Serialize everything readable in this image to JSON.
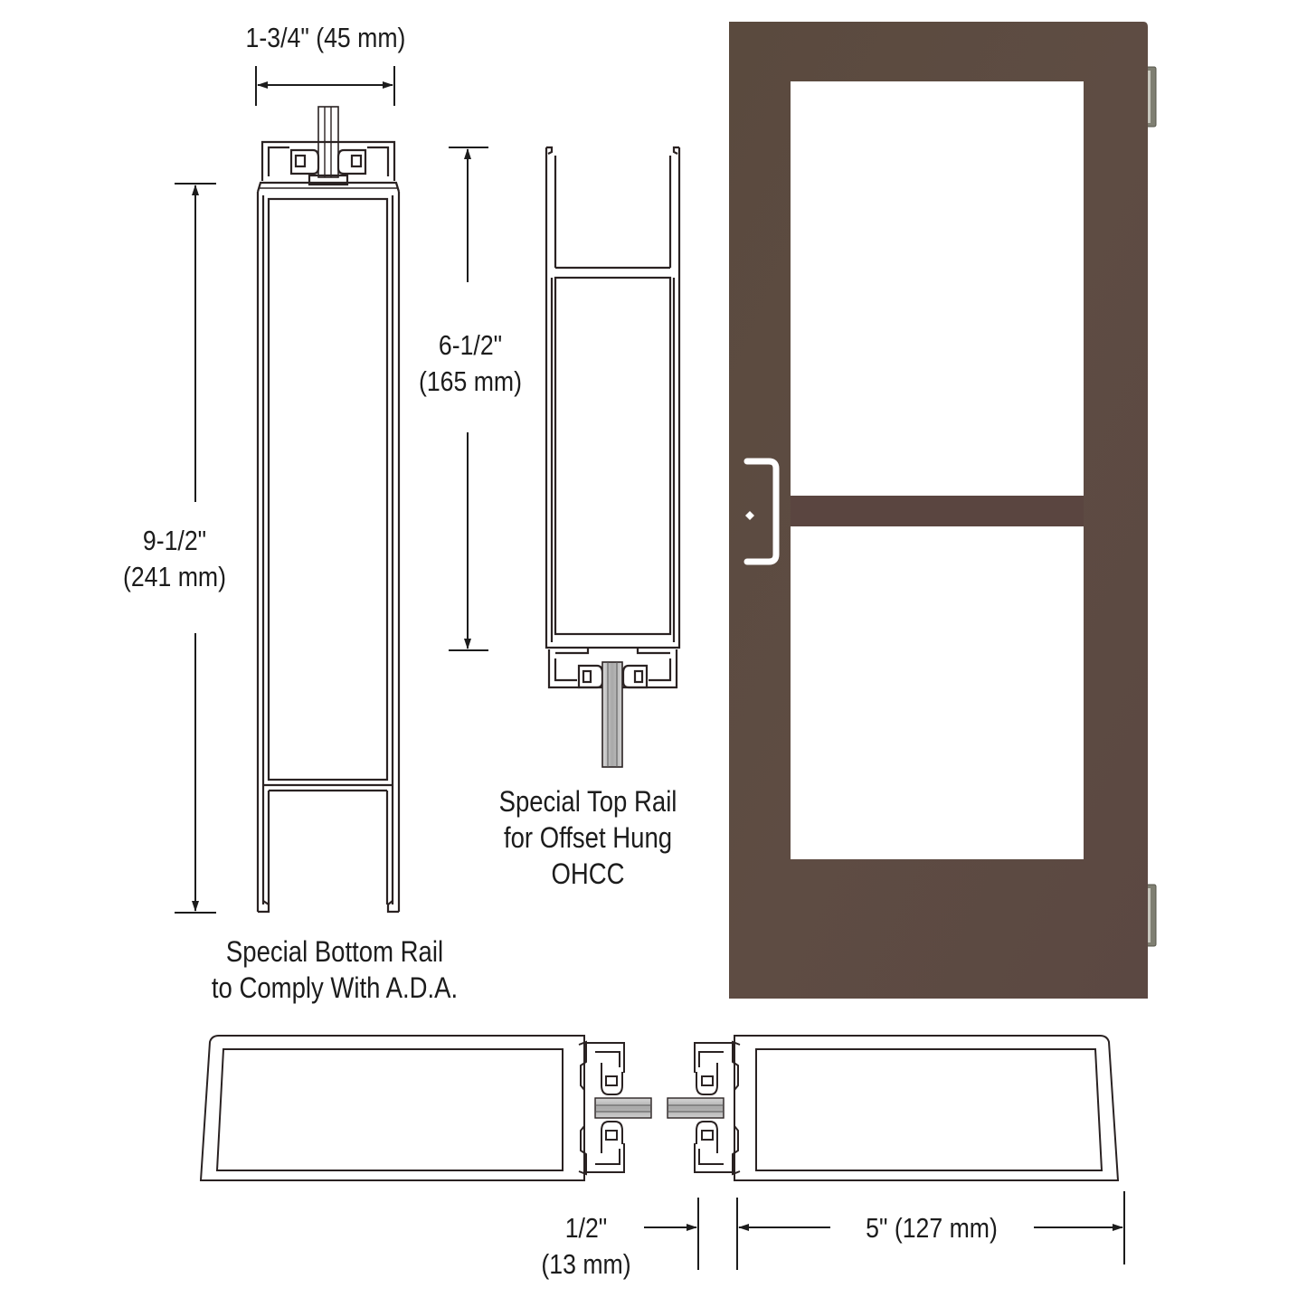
{
  "colors": {
    "door_frame": "#5c4a40",
    "door_frame_dark": "#4e3f36",
    "glass": "#ffffff",
    "hardware": "#ffffff",
    "hinge": "#8a8a7c",
    "line": "#2a2222",
    "glass_edge": "#b5b5b5"
  },
  "dimensions": {
    "rail_width": "1-3/4\" (45 mm)",
    "bottom_rail_height": {
      "imperial": "9-1/2\"",
      "metric": "(241 mm)"
    },
    "top_rail_height": {
      "imperial": "6-1/2\"",
      "metric": "(165 mm)"
    },
    "glass_gap": {
      "imperial": "1/2\"",
      "metric": "(13 mm)"
    },
    "stile_width": "5\" (127 mm)"
  },
  "captions": {
    "bottom_rail": {
      "line1": "Special Bottom Rail",
      "line2": "to Comply With A.D.A."
    },
    "top_rail": {
      "line1": "Special Top Rail",
      "line2": "for Offset Hung",
      "line3": "OHCC"
    }
  },
  "door": {
    "lites": 2,
    "handle": "offset pull handle",
    "hinges": 2
  }
}
